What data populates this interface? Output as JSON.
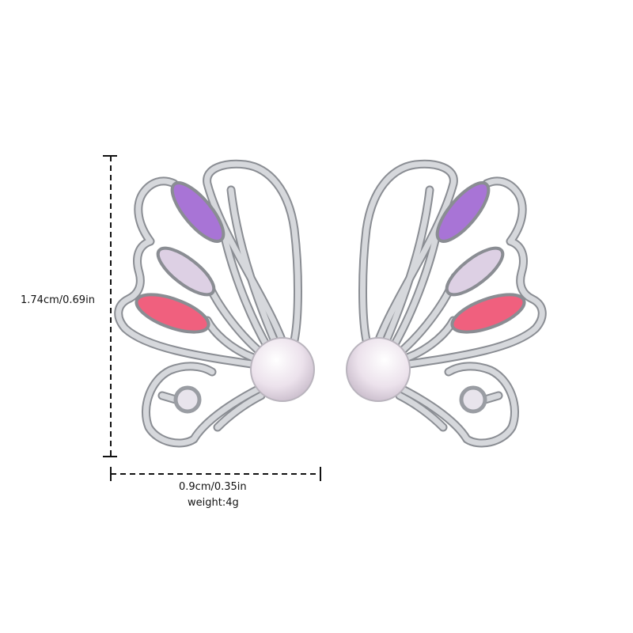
{
  "dimensions": {
    "height_label": "1.74cm/0.69in",
    "width_label": "0.9cm/0.35in",
    "weight_label": "weight:4g"
  },
  "colors": {
    "metal": "#c9cbd0",
    "metal_edge": "#8a8d93",
    "gem_purple": "#a874d6",
    "gem_lavender": "#ddd0e4",
    "gem_pink": "#f0607e",
    "pearl": "#ece4ee",
    "small_gem": "#e8e4ec"
  }
}
